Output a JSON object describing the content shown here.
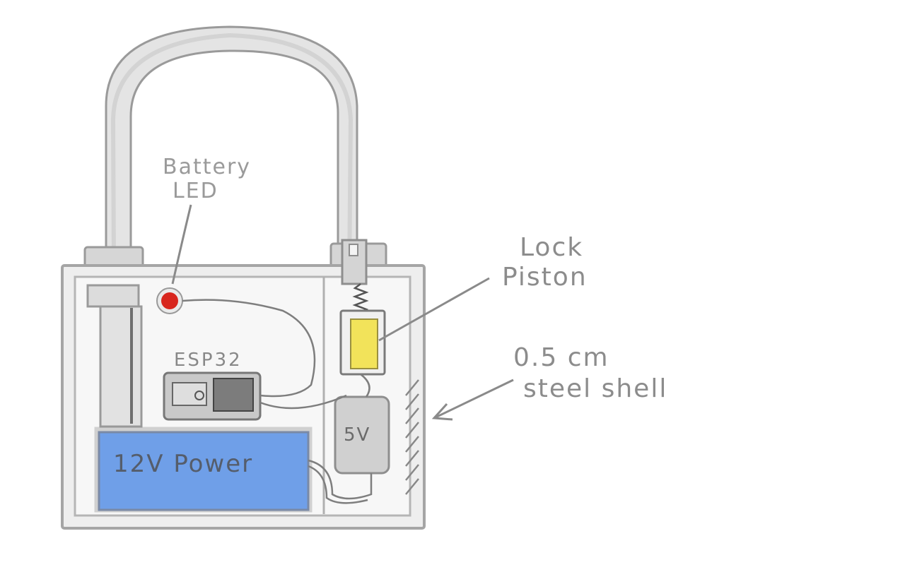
{
  "labels": {
    "battery_led_line1": "Battery",
    "battery_led_line2": "LED",
    "lock_piston_line1": "Lock",
    "lock_piston_line2": "Piston",
    "esp32": "ESP32",
    "steel_shell_line1": "0.5 cm",
    "steel_shell_line2": "steel shell",
    "power": "12V Power",
    "regulator": "5V"
  },
  "colors": {
    "led": "#d8261e",
    "battery_fill": "#6f9fe8",
    "piston_fill": "#f2e35a",
    "shell_stroke": "#b8b8b8",
    "shackle_fill": "#e4e4e4"
  }
}
